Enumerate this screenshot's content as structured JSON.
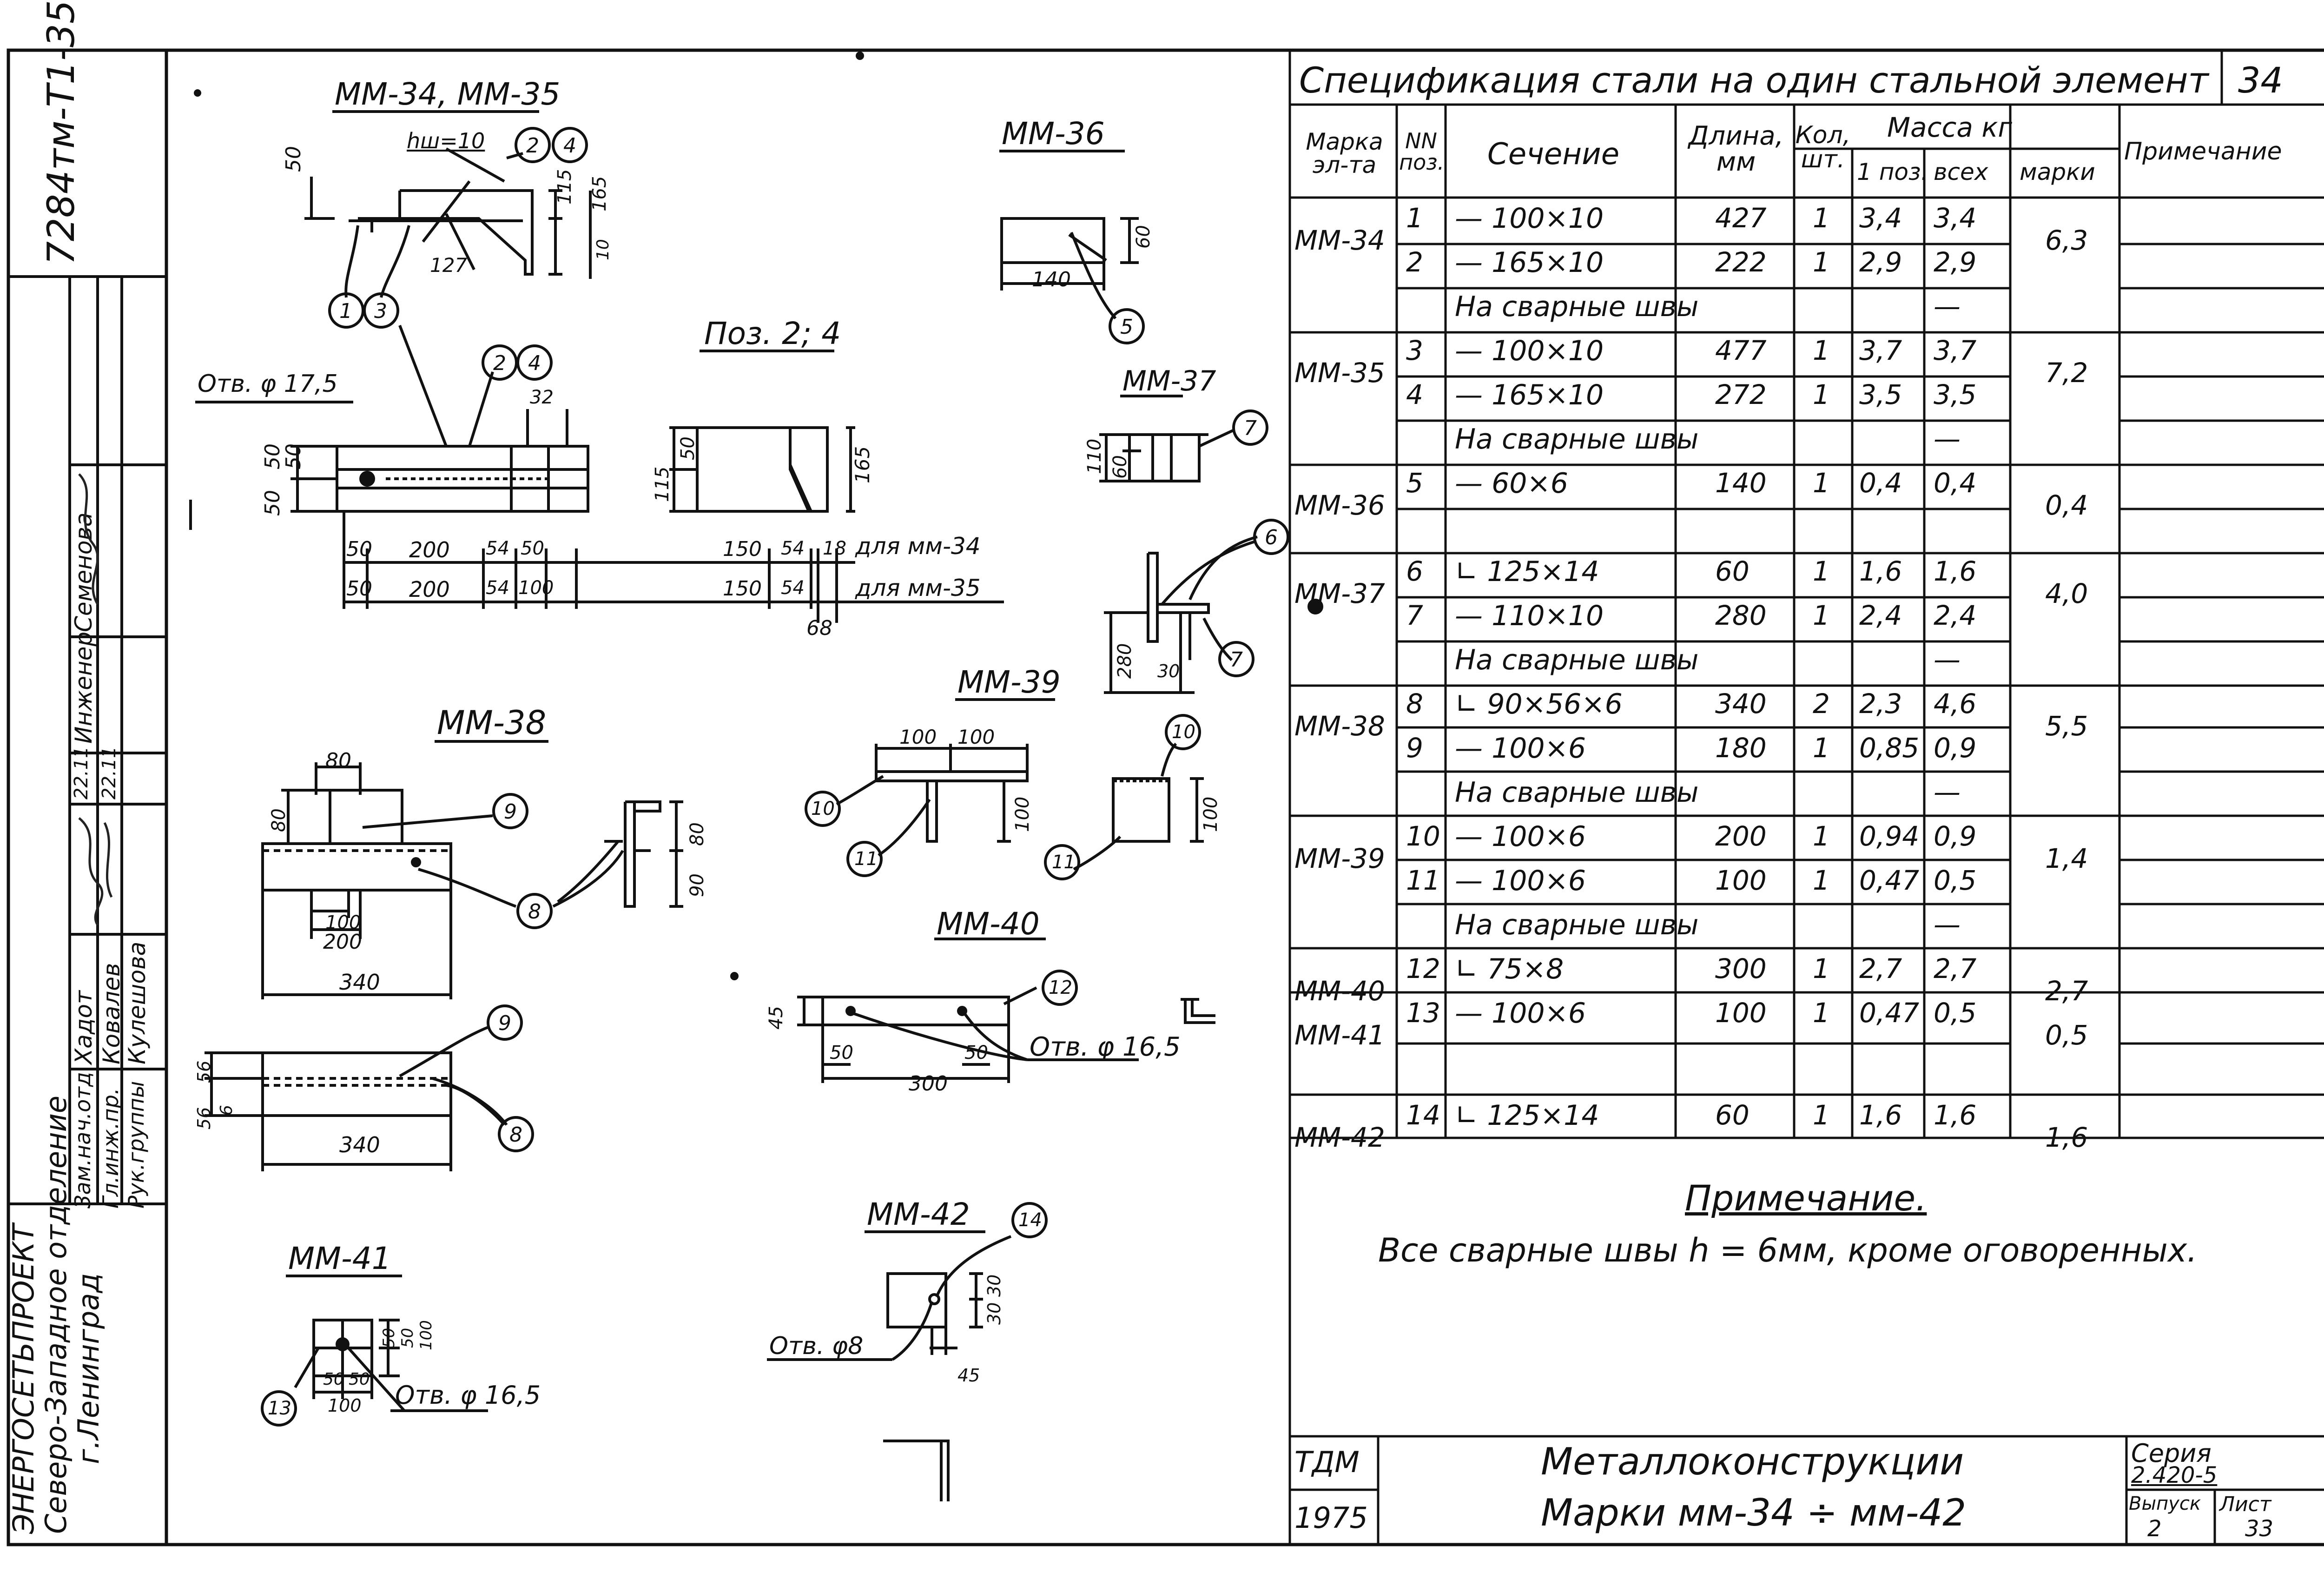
{
  "doc_code": "7284тм-Т1-35",
  "left_strip": {
    "org": "ЭНЕРГОСЕТЬПРОЕКТ",
    "division": "Северо-Западное отделение",
    "city": "г.Ленинград",
    "roles": [
      "Инженер",
      "Зам.нач.отд",
      "Гл.инж.пр.",
      "Рук.группы"
    ],
    "names": [
      "Семенова",
      "Хадот",
      "Ковалев",
      "Кулешова"
    ],
    "dates": [
      "22.11",
      "22.11"
    ]
  },
  "sheet_number": "34",
  "spec": {
    "title": "Спецификация стали на один стальной элемент",
    "headers": {
      "mark": "Марка эл-та",
      "pos": "NN поз.",
      "section": "Сечение",
      "length": "Длина, мм",
      "qty": "Кол, шт.",
      "mass": "Масса кг",
      "mass_pos": "1 поз.",
      "mass_all": "всех",
      "mass_mark": "марки",
      "note": "Примечание"
    },
    "rows": [
      {
        "mark": "ММ-34",
        "pos": "1",
        "section": "— 100×10",
        "length": "427",
        "qty": "1",
        "m1": "3,4",
        "mall": "3,4",
        "mmark": "6,3"
      },
      {
        "mark": "",
        "pos": "2",
        "section": "— 165×10",
        "length": "222",
        "qty": "1",
        "m1": "2,9",
        "mall": "2,9",
        "mmark": ""
      },
      {
        "mark": "",
        "pos": "",
        "section": "На сварные швы",
        "length": "",
        "qty": "",
        "m1": "",
        "mall": "—",
        "mmark": ""
      },
      {
        "mark": "ММ-35",
        "pos": "3",
        "section": "— 100×10",
        "length": "477",
        "qty": "1",
        "m1": "3,7",
        "mall": "3,7",
        "mmark": "7,2"
      },
      {
        "mark": "",
        "pos": "4",
        "section": "— 165×10",
        "length": "272",
        "qty": "1",
        "m1": "3,5",
        "mall": "3,5",
        "mmark": ""
      },
      {
        "mark": "",
        "pos": "",
        "section": "На сварные швы",
        "length": "",
        "qty": "",
        "m1": "",
        "mall": "—",
        "mmark": ""
      },
      {
        "mark": "ММ-36",
        "pos": "5",
        "section": "— 60×6",
        "length": "140",
        "qty": "1",
        "m1": "0,4",
        "mall": "0,4",
        "mmark": "0,4"
      },
      {
        "mark": "",
        "pos": "",
        "section": "",
        "length": "",
        "qty": "",
        "m1": "",
        "mall": "",
        "mmark": ""
      },
      {
        "mark": "ММ-37",
        "pos": "6",
        "section": "∟ 125×14",
        "length": "60",
        "qty": "1",
        "m1": "1,6",
        "mall": "1,6",
        "mmark": "4,0"
      },
      {
        "mark": "",
        "pos": "7",
        "section": "— 110×10",
        "length": "280",
        "qty": "1",
        "m1": "2,4",
        "mall": "2,4",
        "mmark": ""
      },
      {
        "mark": "",
        "pos": "",
        "section": "На сварные швы",
        "length": "",
        "qty": "",
        "m1": "",
        "mall": "—",
        "mmark": ""
      },
      {
        "mark": "ММ-38",
        "pos": "8",
        "section": "∟ 90×56×6",
        "length": "340",
        "qty": "2",
        "m1": "2,3",
        "mall": "4,6",
        "mmark": "5,5"
      },
      {
        "mark": "",
        "pos": "9",
        "section": "— 100×6",
        "length": "180",
        "qty": "1",
        "m1": "0,85",
        "mall": "0,9",
        "mmark": ""
      },
      {
        "mark": "",
        "pos": "",
        "section": "На сварные швы",
        "length": "",
        "qty": "",
        "m1": "",
        "mall": "—",
        "mmark": ""
      },
      {
        "mark": "ММ-39",
        "pos": "10",
        "section": "— 100×6",
        "length": "200",
        "qty": "1",
        "m1": "0,94",
        "mall": "0,9",
        "mmark": "1,4"
      },
      {
        "mark": "",
        "pos": "11",
        "section": "— 100×6",
        "length": "100",
        "qty": "1",
        "m1": "0,47",
        "mall": "0,5",
        "mmark": ""
      },
      {
        "mark": "",
        "pos": "",
        "section": "На сварные швы",
        "length": "",
        "qty": "",
        "m1": "",
        "mall": "—",
        "mmark": ""
      },
      {
        "mark": "ММ-40",
        "pos": "12",
        "section": "∟ 75×8",
        "length": "300",
        "qty": "1",
        "m1": "2,7",
        "mall": "2,7",
        "mmark": "2,7"
      },
      {
        "mark": "ММ-41",
        "pos": "13",
        "section": "— 100×6",
        "length": "100",
        "qty": "1",
        "m1": "0,47",
        "mall": "0,5",
        "mmark": "0,5"
      },
      {
        "mark": "",
        "pos": "",
        "section": "",
        "length": "",
        "qty": "",
        "m1": "",
        "mall": "",
        "mmark": ""
      },
      {
        "mark": "ММ-42",
        "pos": "14",
        "section": "∟ 125×14",
        "length": "60",
        "qty": "1",
        "m1": "1,6",
        "mall": "1,6",
        "mmark": "1,6"
      }
    ]
  },
  "note": {
    "title": "Примечание.",
    "text": "Все сварные швы h = 6мм, кроме оговоренных."
  },
  "title_block": {
    "org": "ТДМ",
    "year": "1975",
    "title_line1": "Металлоконструкции",
    "title_line2": "Марки мм-34 ÷ мм-42",
    "series_label": "Серия",
    "series_value": "2.420-5",
    "issue_label": "Выпуск",
    "issue_value": "2",
    "sheet_label": "Лист",
    "sheet_value": "33"
  },
  "drawings": {
    "mm34_title": "ММ-34, ММ-35",
    "mm36_title": "ММ-36",
    "mm37_title": "ММ-37",
    "mm38_title": "ММ-38",
    "mm39_title": "ММ-39",
    "mm40_title": "ММ-40",
    "mm41_title": "ММ-41",
    "mm42_title": "ММ-42",
    "pos24_title": "Поз. 2; 4",
    "hw": "hш=10",
    "hole175": "Отв. φ 17,5",
    "hole165a": "Отв. φ 16,5",
    "hole165b": "Отв. φ 16,5",
    "hole8": "Отв. φ8",
    "for34": "для мм-34",
    "for35": "для мм-35",
    "dims": {
      "d50": "50",
      "d115": "115",
      "d165": "165",
      "d10": "10",
      "d127": "127",
      "d32": "32",
      "d200": "200",
      "d54": "54",
      "d150": "150",
      "d18": "18",
      "d68": "68",
      "d100": "100",
      "d45": "45",
      "d60": "60",
      "d140": "140",
      "d110": "110",
      "d280": "280",
      "d30": "30",
      "d80": "80",
      "d90": "90",
      "d340": "340",
      "d56": "56",
      "d6": "6",
      "d300": "300"
    }
  }
}
